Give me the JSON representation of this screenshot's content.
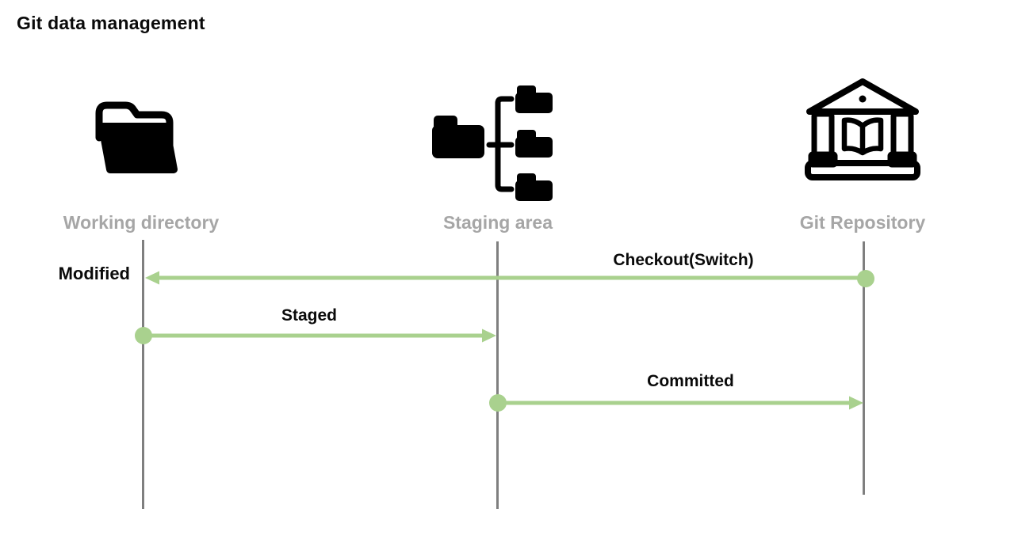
{
  "title": "Git data management",
  "columns": [
    {
      "label": "Working directory",
      "icon": "open-folder-icon"
    },
    {
      "label": "Staging area",
      "icon": "folder-tree-icon"
    },
    {
      "label": "Git Repository",
      "icon": "library-building-icon"
    }
  ],
  "flows": [
    {
      "label": "Checkout(Switch)",
      "from": "Git Repository",
      "to": "Working directory",
      "direction": "left",
      "result_label": "Modified"
    },
    {
      "label": "Staged",
      "from": "Working directory",
      "to": "Staging area",
      "direction": "right"
    },
    {
      "label": "Committed",
      "from": "Staging area",
      "to": "Git Repository",
      "direction": "right"
    }
  ],
  "colors": {
    "arrow_green": "#a9d18e",
    "lifeline_gray": "#7f7f7f",
    "column_label_gray": "#a6a6a6",
    "text_black": "#0a0a0a",
    "icon_black": "#000000"
  }
}
